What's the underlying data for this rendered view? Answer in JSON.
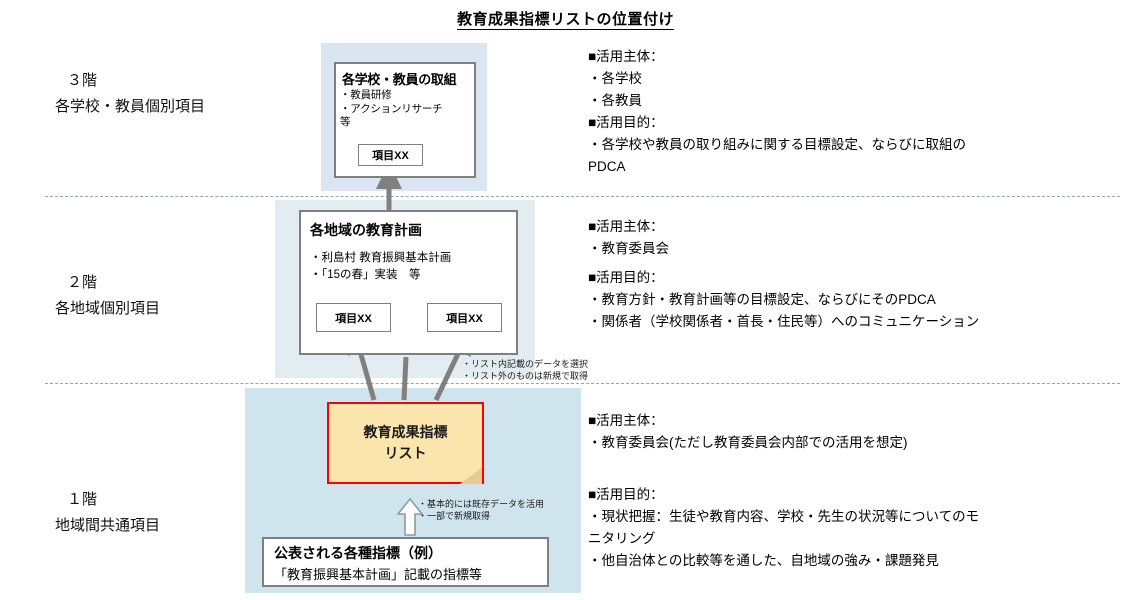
{
  "title": "教育成果指標リストの位置付け",
  "tiers": [
    {
      "floor": "３階",
      "desc": "各学校・教員個別項目"
    },
    {
      "floor": "２階",
      "desc": "各地域個別項目"
    },
    {
      "floor": "１階",
      "desc": "地域間共通項目"
    }
  ],
  "boxes": {
    "tier3": {
      "title": "各学校・教員の取組",
      "line1": "・教員研修",
      "line2": "・アクションリサーチ",
      "line3": "等",
      "chip": "項目XX"
    },
    "tier2": {
      "title": "各地域の教育計画",
      "line1": "・利島村 教育振興基本計画",
      "line2": "・「15の春」実装　等",
      "chip_left": "項目XX",
      "chip_right": "項目XX"
    },
    "list": {
      "line1": "教育成果指標",
      "line2": "リスト"
    },
    "published": {
      "title": "公表される各種指標（例）",
      "subtitle": "「教育振興基本計画」記載の指標等"
    }
  },
  "annotations": {
    "select": {
      "line1": "・リスト内記載のデータを選択",
      "line2": "・リスト外のものは新規で取得"
    },
    "existing": {
      "line1": "・基本的には既存データを活用",
      "line2": "・一部で新規取得"
    }
  },
  "usage": {
    "tier3": {
      "subject_head": "■活用主体：",
      "subject_1": "・各学校",
      "subject_2": "・各教員",
      "purpose_head": "■活用目的：",
      "purpose_1": "・各学校や教員の取り組みに関する目標設定、ならびに取組の",
      "purpose_1b": "PDCA"
    },
    "tier2": {
      "subject_head": "■活用主体：",
      "subject_1": "・教育委員会",
      "purpose_head": "■活用目的：",
      "purpose_1": "・教育方針・教育計画等の目標設定、ならびにそのPDCA",
      "purpose_2": "・関係者（学校関係者・首長・住民等）へのコミュニケーション"
    },
    "tier1": {
      "subject_head": "■活用主体：",
      "subject_1": "・教育委員会(ただし教育委員会内部での活用を想定)",
      "purpose_head": "■活用目的：",
      "purpose_1": "・現状把握：生徒や教育内容、学校・先生の状況等についてのモ",
      "purpose_1b": "ニタリング",
      "purpose_2": "・他自治体との比較等を通した、自地域の強み・課題発見"
    }
  },
  "colors": {
    "band_tier3": "#dbe5f2",
    "band_tier2": "#e3edf1",
    "band_tier1": "#cfe4ec",
    "list_fill": "#fce5ad",
    "list_border": "#ff0000",
    "box_border": "#7f7f7f",
    "arrow": "#808080"
  }
}
